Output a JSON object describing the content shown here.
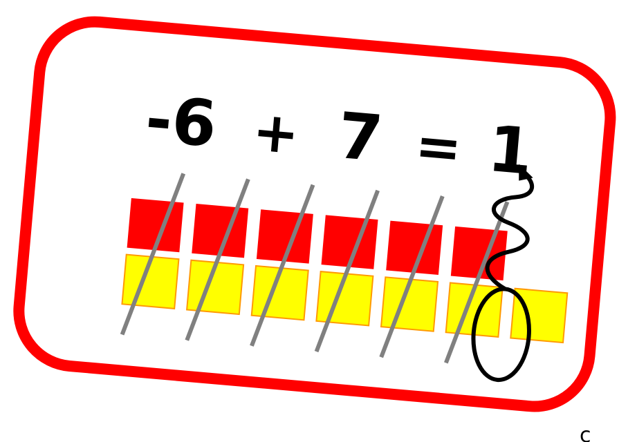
{
  "equation": {
    "term1": "-6",
    "operator": "+",
    "term2": "7",
    "equals": "=",
    "result": "1"
  },
  "tiles": {
    "negative_count": 6,
    "positive_count": 7,
    "zero_pairs_crossed": 6,
    "negative_color": "#ff0000",
    "positive_color": "#ffff00",
    "positive_border_color": "#ff9900",
    "cross_line_color": "#808080"
  },
  "card": {
    "border_color": "#ff0000",
    "background": "#ffffff"
  },
  "corner_text": "c",
  "icons": {
    "leftover": "circle-highlight",
    "pointer": "squiggle-arrow-up"
  }
}
